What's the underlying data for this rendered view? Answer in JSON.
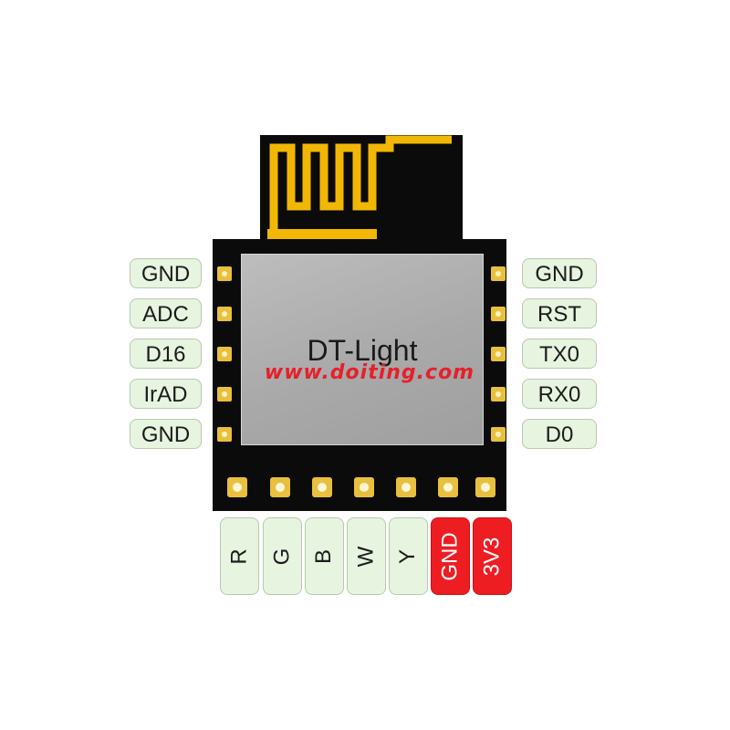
{
  "module": {
    "name": "DT-Light",
    "watermark": "www.doiting.com"
  },
  "left_pins": [
    {
      "label": "GND"
    },
    {
      "label": "ADC"
    },
    {
      "label": "D16"
    },
    {
      "label": "IrAD"
    },
    {
      "label": "GND"
    }
  ],
  "right_pins": [
    {
      "label": "GND"
    },
    {
      "label": "RST"
    },
    {
      "label": "TX0"
    },
    {
      "label": "RX0"
    },
    {
      "label": "D0"
    }
  ],
  "bottom_pins": [
    {
      "label": "R",
      "style": "green"
    },
    {
      "label": "G",
      "style": "green"
    },
    {
      "label": "B",
      "style": "green"
    },
    {
      "label": "W",
      "style": "green"
    },
    {
      "label": "Y",
      "style": "green"
    },
    {
      "label": "GND",
      "style": "red"
    },
    {
      "label": "3V3",
      "style": "red"
    }
  ],
  "colors": {
    "module_body": "#0b0b0b",
    "antenna_trace": "#f2b705",
    "pad": "#e9bf3e",
    "shield": "#a9a9a9",
    "label_green": "#e7f4e0",
    "label_red": "#ee1d22",
    "watermark": "#e6202a"
  }
}
